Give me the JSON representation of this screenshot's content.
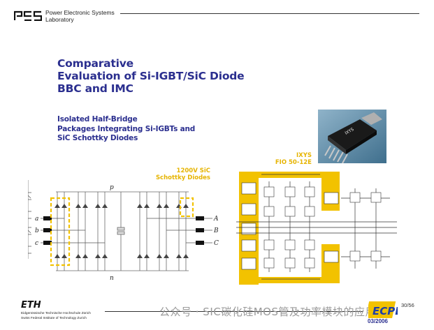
{
  "header": {
    "logo_letters": "PES",
    "org_line1": "Power Electronic Systems",
    "org_line2": "Laboratory"
  },
  "title": {
    "line1": "Comparative",
    "line2": "Evaluation of Si-IGBT/SiC Diode",
    "line3": "BBC and IMC"
  },
  "subtitle": {
    "line1": "Isolated Half-Bridge",
    "line2": "Packages Integrating Si-IGBTs and",
    "line3": "SiC Schottky Diodes"
  },
  "module_label": {
    "line1": "IXYS",
    "line2": "FIO 50-12E"
  },
  "diode_label": {
    "line1": "1200V SiC",
    "line2": "Schottky Diodes"
  },
  "schematic": {
    "left_terminals": [
      "a",
      "b",
      "c"
    ],
    "right_terminals": [
      "A",
      "B",
      "C"
    ],
    "dc_pos": "p",
    "dc_neg": "n"
  },
  "footer": {
    "logo": "ETH",
    "line1": "Eidgenössische Technische Hochschule Zürich",
    "line2": "Swiss Federal Institute of Technology Zurich",
    "page": "30/56",
    "watermark": "公众号 · SIC碳化硅MOS管及功率模块的应用",
    "conf_logo": "ECPE",
    "conf_date": "03/2006"
  },
  "colors": {
    "title_blue": "#2b2f8f",
    "highlight_yellow": "#f2c200",
    "label_yellow": "#e6b400"
  }
}
